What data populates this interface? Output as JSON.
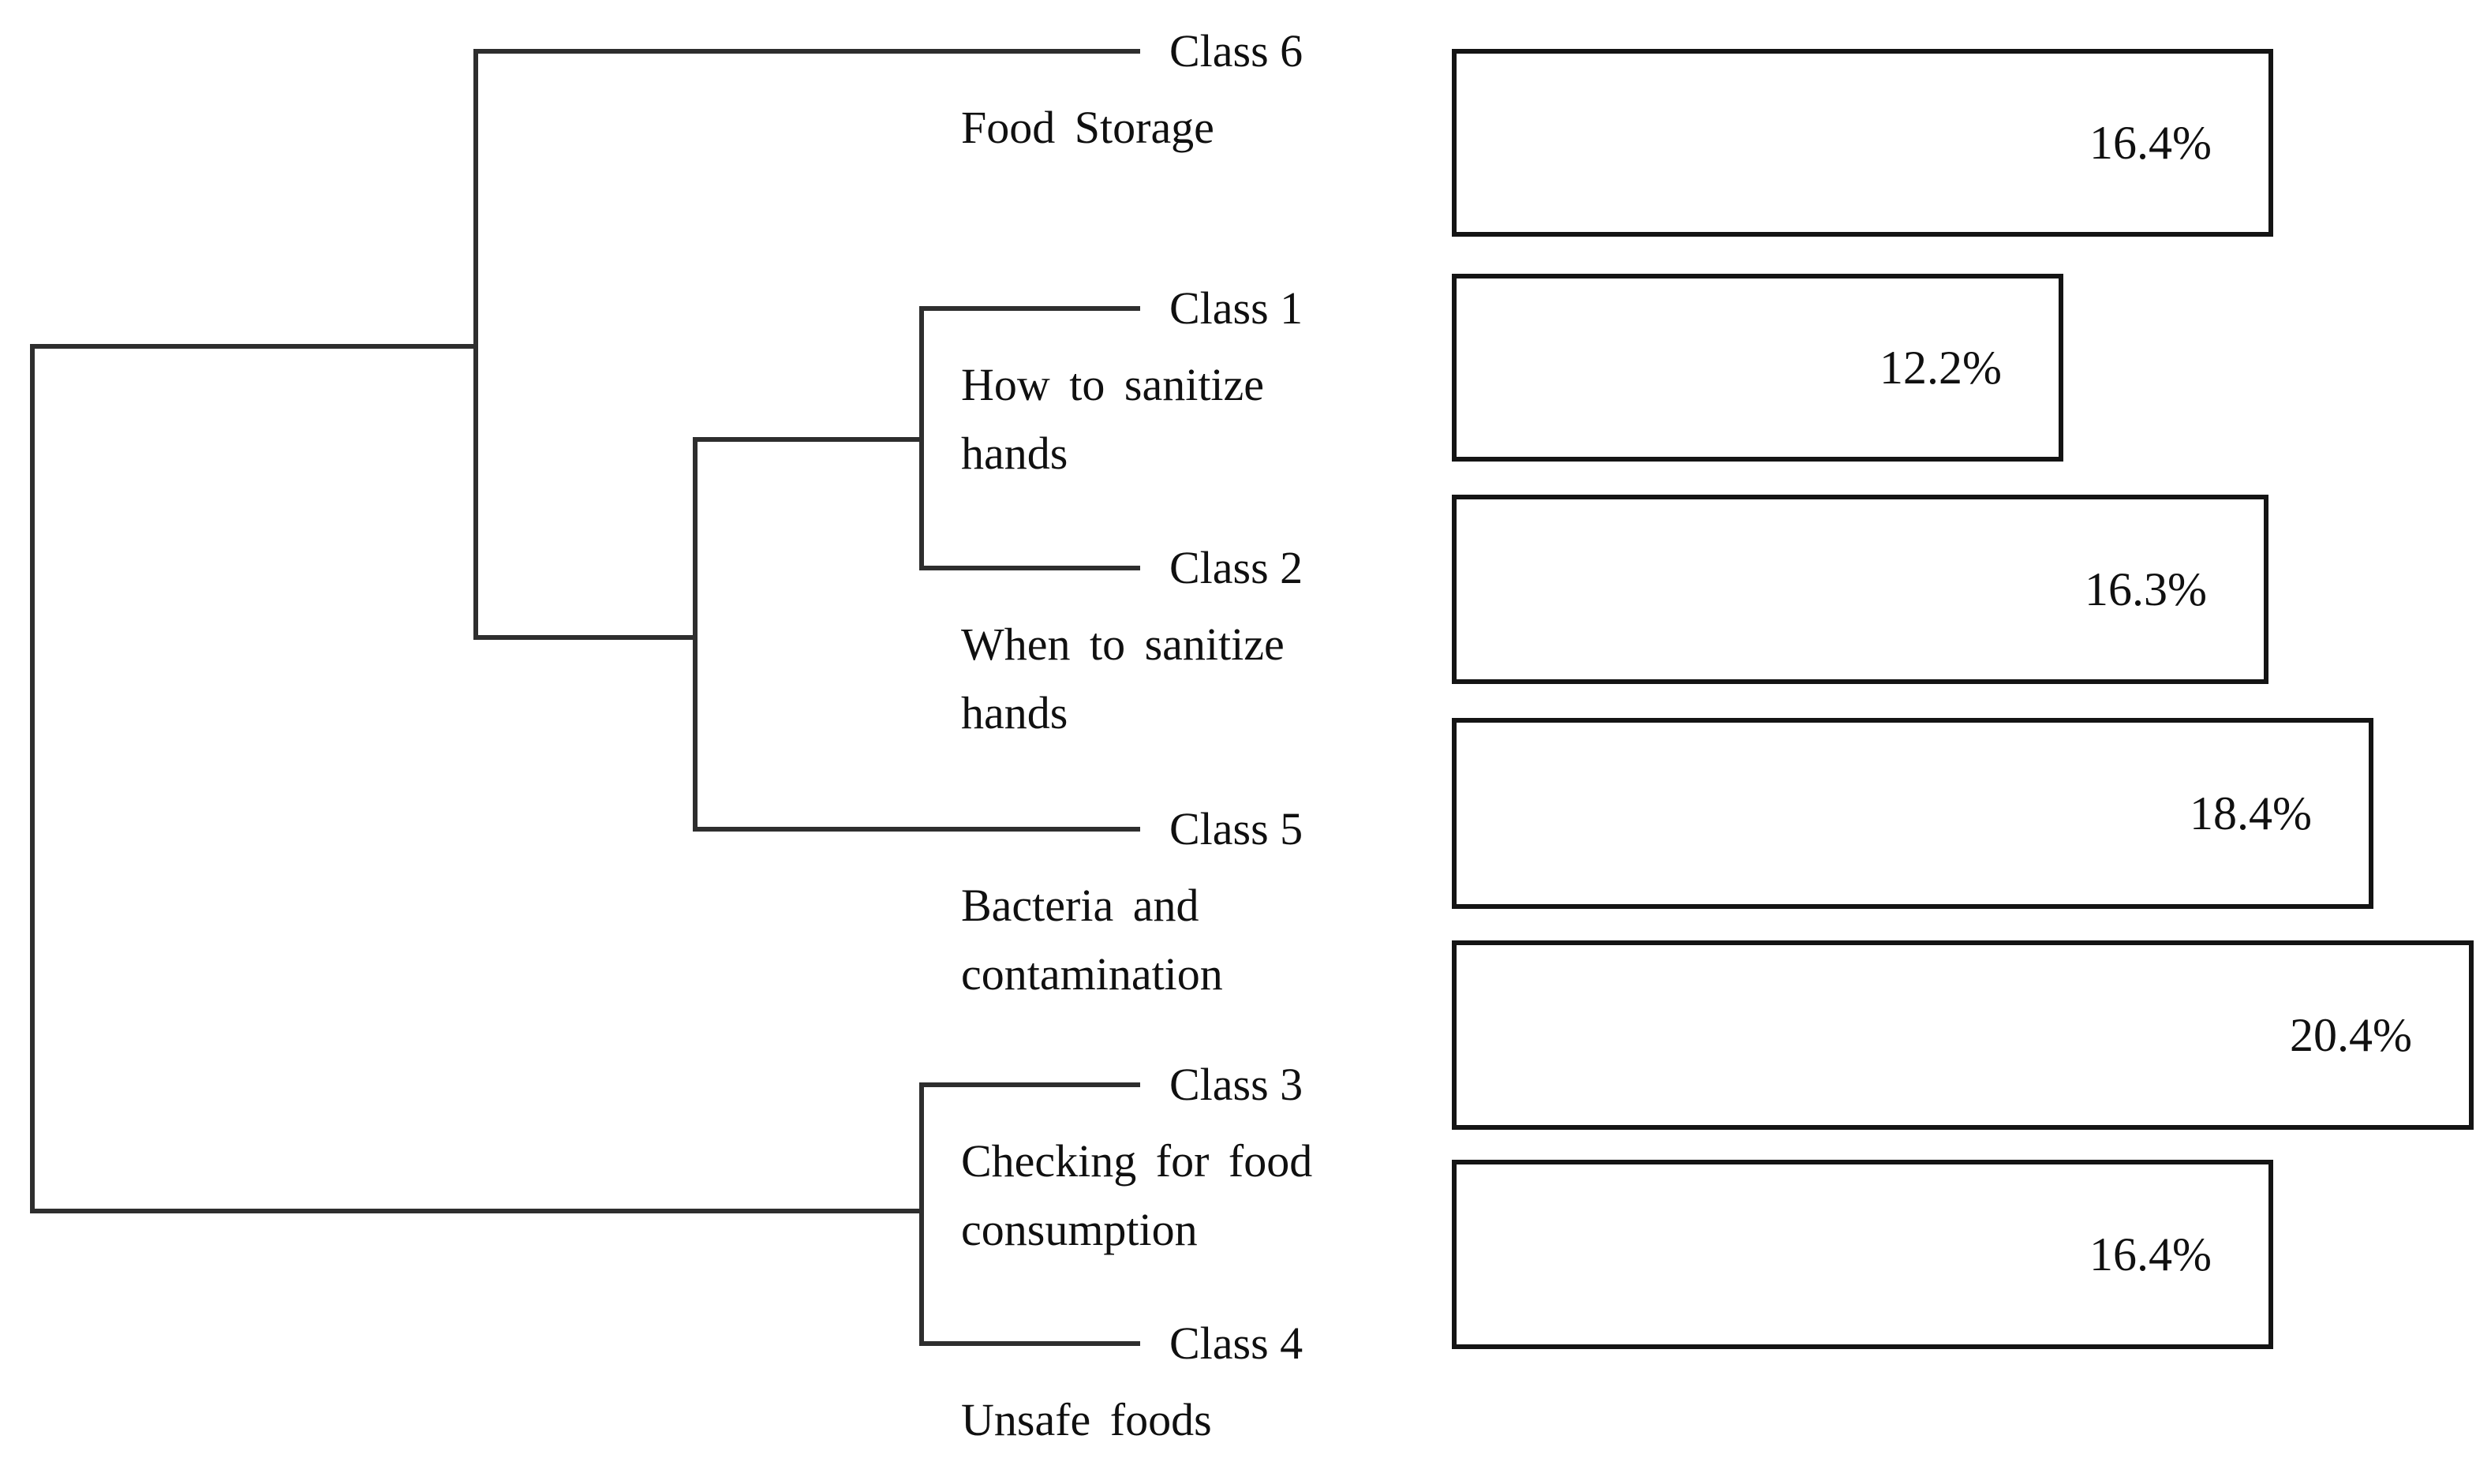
{
  "figure": {
    "background": "#ffffff",
    "line_color": "#2e2e2e",
    "bar_border_color": "#141414",
    "bar_fill_color": "#ffffff",
    "text_color": "#101010"
  },
  "chart_data": {
    "type": "bar",
    "orientation": "horizontal",
    "title": "",
    "xlabel": "",
    "ylabel": "",
    "unit": "%",
    "legend": "none",
    "grid": false,
    "categories": [
      "Class 6",
      "Class 1",
      "Class 2",
      "Class 5",
      "Class 3",
      "Class 4"
    ],
    "values": [
      16.4,
      12.2,
      16.3,
      18.4,
      20.4,
      16.4
    ],
    "xlim": [
      0,
      21
    ],
    "dendrogram_topology": "((Class 6, ((Class 1, Class 2), Class 5)), (Class 3, Class 4))",
    "rows": [
      {
        "class_label": "Class 6",
        "description_lines": [
          "Food Storage",
          ""
        ],
        "value": 16.4,
        "value_label": "16.4%"
      },
      {
        "class_label": "Class 1",
        "description_lines": [
          "How to sanitize",
          "hands"
        ],
        "value": 12.2,
        "value_label": "12.2%"
      },
      {
        "class_label": "Class 2",
        "description_lines": [
          "When to sanitize",
          "hands"
        ],
        "value": 16.3,
        "value_label": "16.3%"
      },
      {
        "class_label": "Class 5",
        "description_lines": [
          "Bacteria and",
          "contamination"
        ],
        "value": 18.4,
        "value_label": "18.4%"
      },
      {
        "class_label": "Class 3",
        "description_lines": [
          "Checking for food",
          "consumption"
        ],
        "value": 20.4,
        "value_label": "20.4%"
      },
      {
        "class_label": "Class 4",
        "description_lines": [
          "Unsafe foods",
          ""
        ],
        "value": 16.4,
        "value_label": "16.4%"
      }
    ]
  }
}
